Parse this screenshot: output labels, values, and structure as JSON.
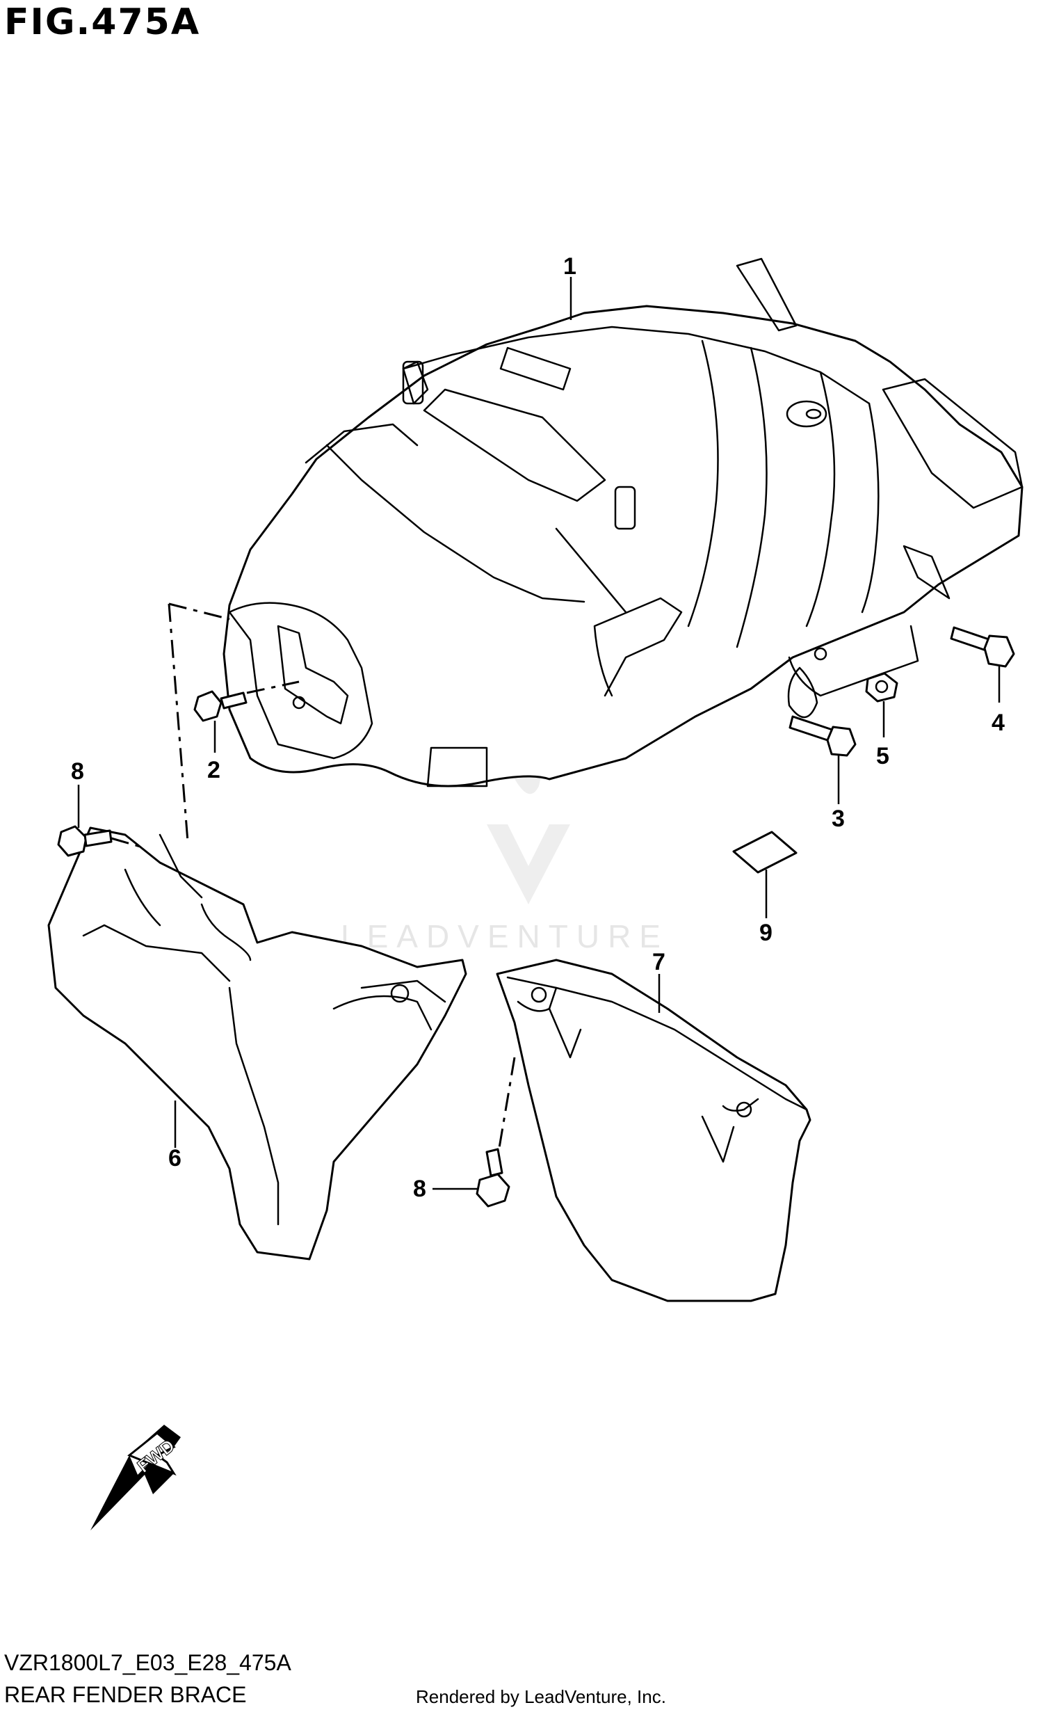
{
  "figure": {
    "title": "FIG.475A",
    "code": "VZR1800L7_E03_E28_475A",
    "name": "REAR FENDER BRACE",
    "credit": "Rendered by LeadVenture, Inc.",
    "watermark": "LEADVENTURE"
  },
  "callouts": [
    "1",
    "2",
    "3",
    "4",
    "5",
    "6",
    "7",
    "8",
    "8",
    "9"
  ],
  "direction_label": "FWD"
}
